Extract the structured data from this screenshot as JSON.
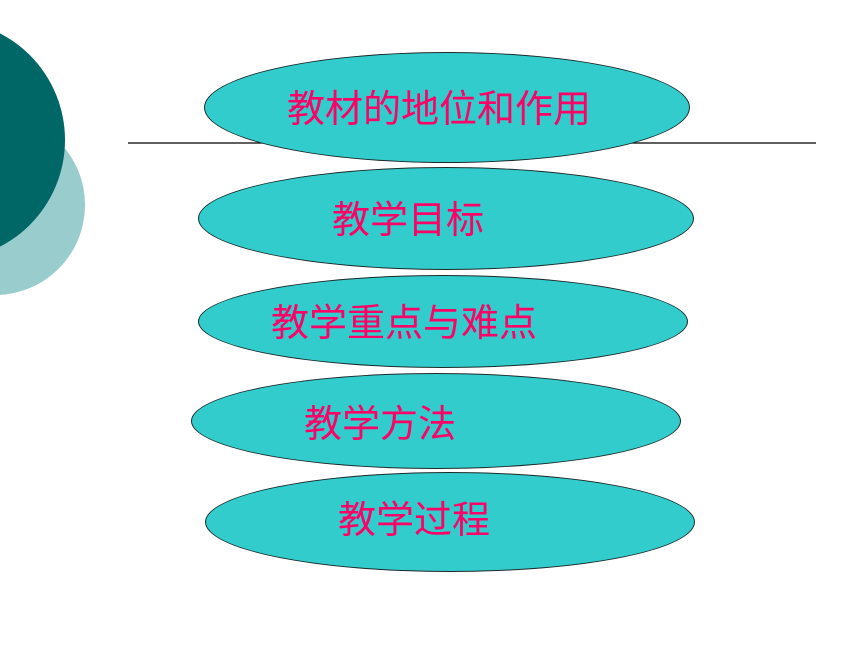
{
  "colors": {
    "background": "#ffffff",
    "circle_dark": "#006666",
    "circle_light": "#99cccc",
    "oval_fill": "#33cccc",
    "oval_border": "#1a2a2a",
    "text": "#ff0066",
    "rule_line": "#000000"
  },
  "menu": {
    "items": [
      {
        "label": "教材的地位和作用"
      },
      {
        "label": "教学目标"
      },
      {
        "label": "教学重点与难点"
      },
      {
        "label": "教学方法"
      },
      {
        "label": "教学过程"
      }
    ]
  }
}
